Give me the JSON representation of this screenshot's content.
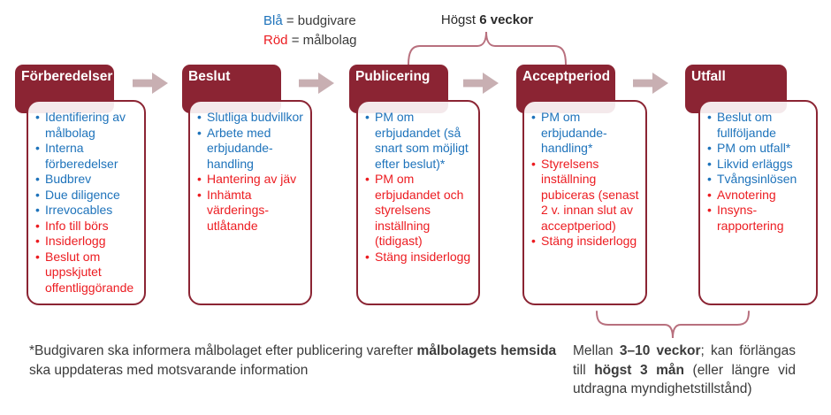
{
  "colors": {
    "maroon": "#8B2433",
    "blue": "#1E73BB",
    "red": "#EC1C21",
    "arrow": "#C8AFB2",
    "brace": "#B8707E",
    "text": "#3A3A3A"
  },
  "legend": {
    "blue_term": "Blå",
    "blue_rest": " = budgivare",
    "red_term": "Röd",
    "red_rest": " = målbolag"
  },
  "top_note": {
    "prefix": "Högst ",
    "bold": "6 veckor"
  },
  "columns": [
    {
      "title": "Förberedelser",
      "items": [
        {
          "text": "Identifiering av målbolag",
          "color": "blue"
        },
        {
          "text": "Interna förberedelser",
          "color": "blue"
        },
        {
          "text": "Budbrev",
          "color": "blue"
        },
        {
          "text": "Due diligence",
          "color": "blue"
        },
        {
          "text": "Irrevocables",
          "color": "blue"
        },
        {
          "text": "Info till börs",
          "color": "red"
        },
        {
          "text": "Insiderlogg",
          "color": "red"
        },
        {
          "text": "Beslut om uppskjutet offentliggörande",
          "color": "red"
        }
      ]
    },
    {
      "title": "Beslut",
      "items": [
        {
          "text": "Slutliga budvillkor",
          "color": "blue"
        },
        {
          "text": "Arbete med erbjudande-handling",
          "color": "blue"
        },
        {
          "text": "Hantering av jäv",
          "color": "red"
        },
        {
          "text": "Inhämta värderings-utlåtande",
          "color": "red"
        }
      ]
    },
    {
      "title": "Publicering",
      "items": [
        {
          "text": "PM om erbjudandet (så snart som möjligt efter beslut)*",
          "color": "blue"
        },
        {
          "text": "PM om erbjudandet och styrelsens inställning (tidigast)",
          "color": "red"
        },
        {
          "text": "Stäng insiderlogg",
          "color": "red"
        }
      ]
    },
    {
      "title": "Acceptperiod",
      "items": [
        {
          "text": "PM om erbjudande-handling*",
          "color": "blue"
        },
        {
          "text": "Styrelsens inställning pubiceras (senast 2 v. innan slut av acceptperiod)",
          "color": "red"
        },
        {
          "text": "Stäng insiderlogg",
          "color": "red"
        }
      ]
    },
    {
      "title": "Utfall",
      "items": [
        {
          "text": "Beslut om fullföljande",
          "color": "blue"
        },
        {
          "text": "PM om utfall*",
          "color": "blue"
        },
        {
          "text": "Likvid erläggs",
          "color": "blue"
        },
        {
          "text": "Tvångsinlösen",
          "color": "blue"
        },
        {
          "text": "Avnotering",
          "color": "red"
        },
        {
          "text": "Insyns-rapportering",
          "color": "red"
        }
      ]
    }
  ],
  "footnote": {
    "prefix": "*Budgivaren ska informera målbolaget efter publicering varefter ",
    "bold": "målbolagets hemsida",
    "suffix": "ska uppdateras med motsvarande information"
  },
  "bottom_note": {
    "p1": "Mellan ",
    "b1": "3–10 veckor",
    "p2": "; kan förlängas till ",
    "b2": "högst 3 mån",
    "p3": " (eller längre vid utdragna myndighetstillstånd)"
  }
}
